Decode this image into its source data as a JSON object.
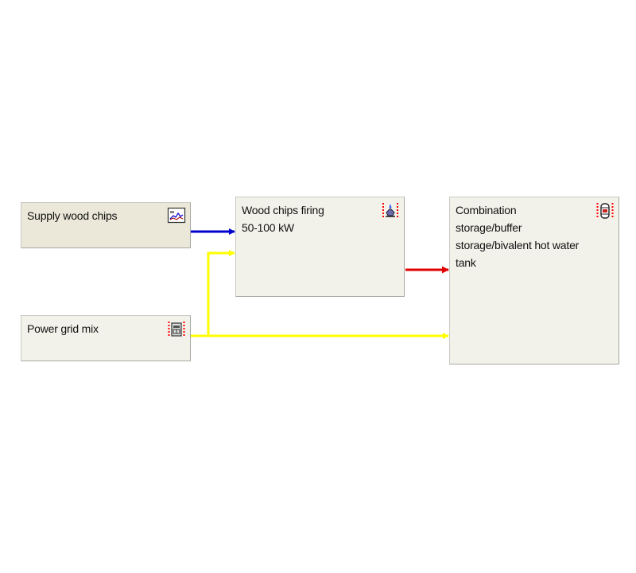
{
  "diagram": {
    "nodes": [
      {
        "id": "supply",
        "lines": [
          "Supply wood chips"
        ],
        "icon": "supply-process-icon"
      },
      {
        "id": "firing",
        "lines": [
          "Wood chips firing",
          "50-100 kW"
        ],
        "icon": "boiler-icon"
      },
      {
        "id": "power",
        "lines": [
          "Power grid mix"
        ],
        "icon": "grid-module-icon"
      },
      {
        "id": "storage",
        "lines": [
          "Combination",
          "storage/buffer",
          "storage/bivalent hot water",
          "tank"
        ],
        "icon": "storage-tank-icon"
      }
    ],
    "edges": [
      {
        "from": "supply",
        "to": "firing",
        "color": "#0000cc"
      },
      {
        "from": "power",
        "to": "firing",
        "color": "#ffff00"
      },
      {
        "from": "power",
        "to": "storage",
        "color": "#ffff00"
      },
      {
        "from": "firing",
        "to": "storage",
        "color": "#e00000"
      }
    ],
    "colors": {
      "node_fill": "#f3f2ea",
      "supply_fill": "#ebe8d9",
      "icon_dots": "#ff0000"
    }
  }
}
